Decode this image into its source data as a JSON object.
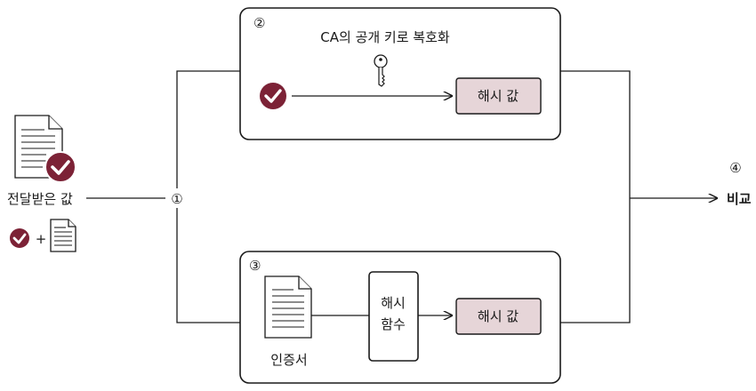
{
  "colors": {
    "accent": "#7c2236",
    "hash_fill": "#e6d5d8",
    "stroke": "#1a1a1a"
  },
  "left": {
    "received_label": "전달받은 값",
    "plus": "+"
  },
  "steps": {
    "s1": "①",
    "s2": "②",
    "s3": "③",
    "s4": "④"
  },
  "box2": {
    "caption": "CA의 공개 키로 복호화",
    "hash_value": "해시 값"
  },
  "box3": {
    "cert_label": "인증서",
    "hash_fn_line1": "해시",
    "hash_fn_line2": "함수",
    "hash_value": "해시 값"
  },
  "compare": "비교",
  "icons": [
    "document-icon",
    "check-badge-icon",
    "key-icon",
    "arrow-icon"
  ]
}
